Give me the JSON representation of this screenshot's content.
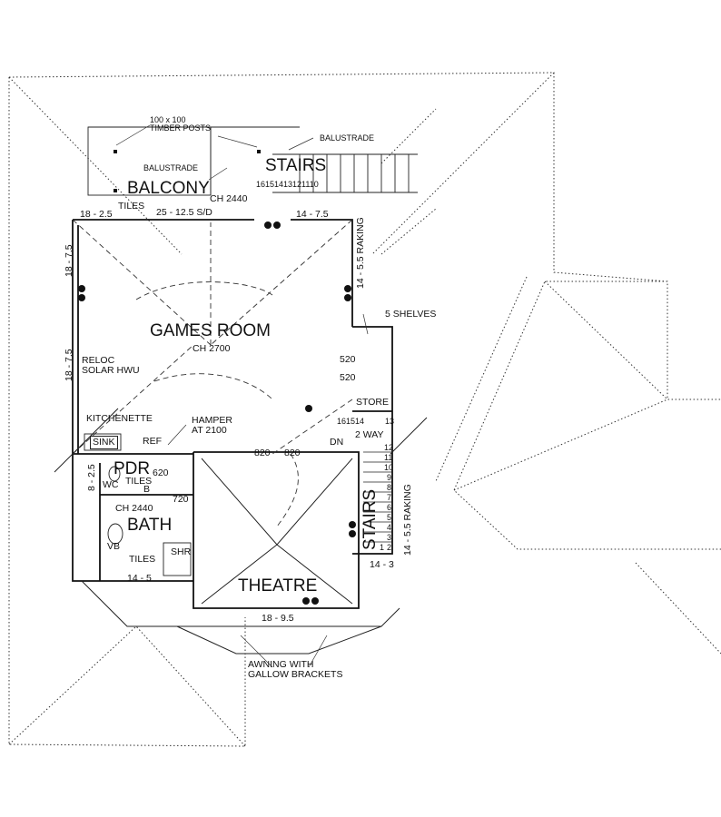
{
  "rooms": {
    "balcony": "BALCONY",
    "stairs_top": "STAIRS",
    "games_room": "GAMES ROOM",
    "theatre": "THEATRE",
    "bath": "BATH",
    "pdr": "PDR",
    "stairs_right": "STAIRS",
    "store": "STORE",
    "kitchenette": "KITCHENETTE"
  },
  "notes": {
    "timber_posts": "100 x 100\nTIMBER POSTS",
    "balustrade_1": "BALUSTRADE",
    "balustrade_2": "BALUSTRADE",
    "ch_2440_top": "CH 2440",
    "tiles_balcony": "TILES",
    "slope_balcony": "25 - 12.5 S/D",
    "stair_numbers_top": "16151413121110",
    "ch_2700": "CH 2700",
    "reloc_solar": "RELOC\nSOLAR HWU",
    "five_shelves": "5 SHELVES",
    "door_520_a": "520",
    "door_520_b": "520",
    "hamper": "HAMPER\nAT 2100",
    "sink": "SINK",
    "ref": "REF",
    "door_820_a": "820",
    "door_820_b": "820",
    "dn": "DN",
    "two_way": "2 WAY",
    "stair_upper": "161514",
    "stair_13": "13",
    "stair_12": "12",
    "stair_11": "11",
    "stair_10": "10",
    "stair_9": "9",
    "stair_8": "8",
    "stair_7": "7",
    "stair_6": "6",
    "stair_5": "5",
    "stair_4": "4",
    "stair_3": "3",
    "stair_2": "2",
    "stair_1": "1",
    "door_620": "620",
    "wc": "WC",
    "tiles_pdr": "TILES",
    "b": "B",
    "ch_2440_bath": "CH 2440",
    "door_720": "720",
    "vb": "VB",
    "tiles_bath": "TILES",
    "shr": "SHR",
    "awning": "AWNING WITH\nGALLOW BRACKETS"
  },
  "dimensions": {
    "top_left": "18 - 2.5",
    "top_right": "14 - 7.5",
    "left_upper": "18 - 7.5",
    "left_lower": "18 - 7.5",
    "right_upper": "14 - 5.5 RAKING",
    "right_lower": "14 - 5.5 RAKING",
    "left_pdr": "8 - 2.5",
    "bath_bottom": "14 - 5",
    "theatre_bottom": "18 - 9.5",
    "stairs_bottom": "14 - 3"
  }
}
